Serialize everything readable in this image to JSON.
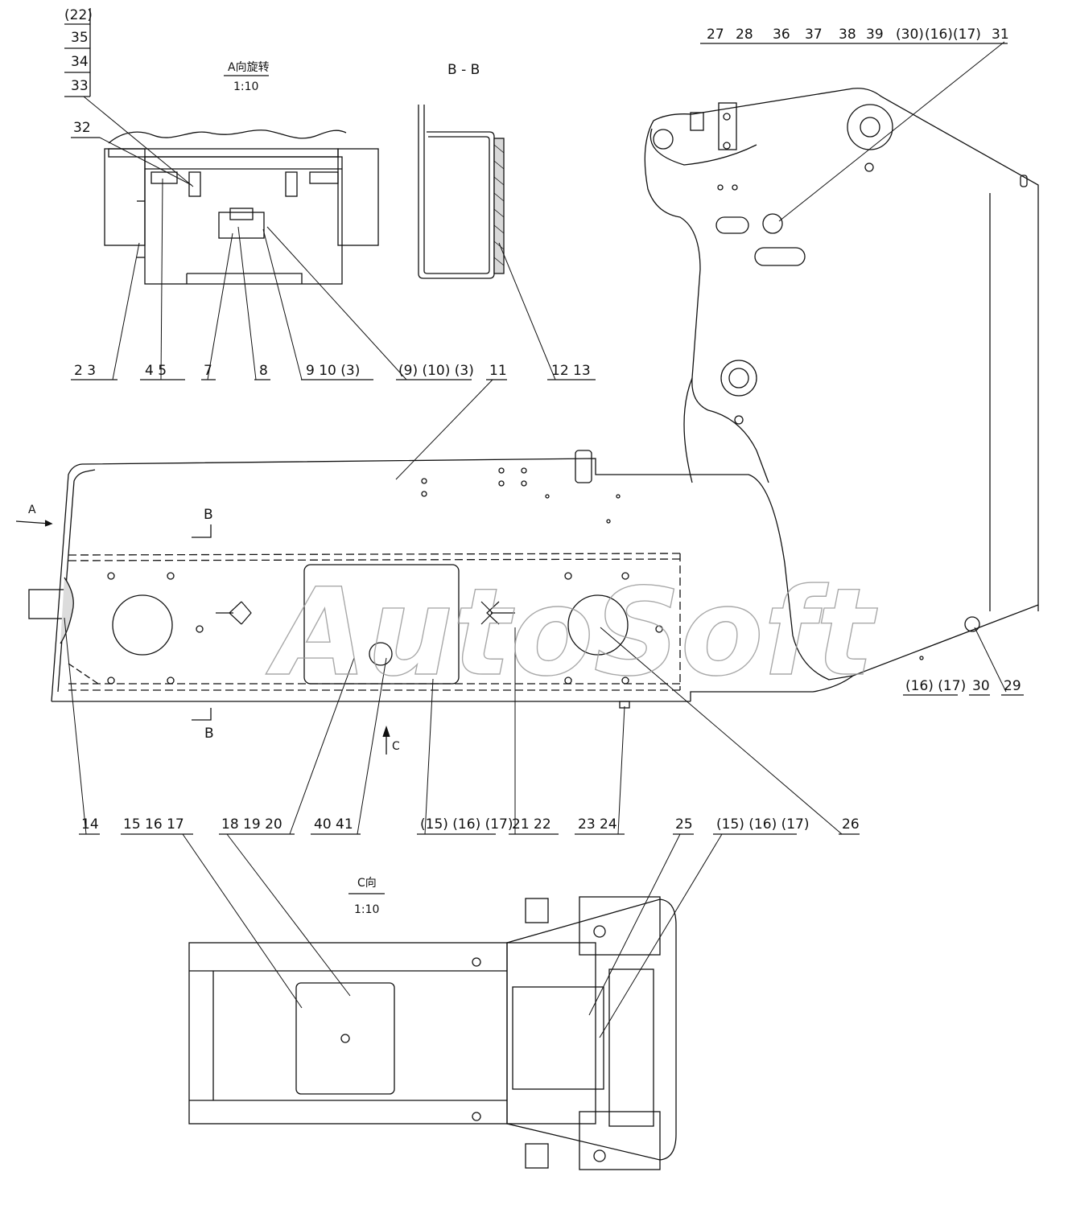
{
  "watermark": "AutoSoft",
  "views": {
    "view_a_title": "A向旋转",
    "view_a_scale": "1:10",
    "section_bb_title": "B - B",
    "view_c_title": "C向",
    "view_c_scale": "1:10",
    "arrow_a": "A",
    "arrow_c": "C",
    "section_mark_b": "B"
  },
  "callouts": {
    "stack_tl": [
      "(22)",
      "35",
      "34",
      "33"
    ],
    "n32": "32",
    "g_2_3": "2   3",
    "g_4_5": "4   5",
    "n7": "7",
    "n8": "8",
    "g_9_10_3": "9  10  (3)",
    "g_p9_p10_p3": "(9)  (10)  (3)",
    "n11": "11",
    "g_12_13": "12   13",
    "top_right": [
      "27",
      "28",
      "36",
      "37",
      "38",
      "39",
      "(30)",
      "(16)",
      "(17)",
      "31"
    ],
    "n14": "14",
    "g_15_16_17": "15  16  17",
    "g_18_19_20": "18   19   20",
    "g_40_41": "40   41",
    "g_p15_p16_p17_a": "(15)  (16)  (17)",
    "g_21_22": "21   22",
    "g_23_24": "23   24",
    "n25": "25",
    "g_p15_p16_p17_b": "(15)  (16)  (17)",
    "n26": "26",
    "g_p16_p17": "(16)  (17)",
    "n30": "30",
    "n29": "29"
  }
}
